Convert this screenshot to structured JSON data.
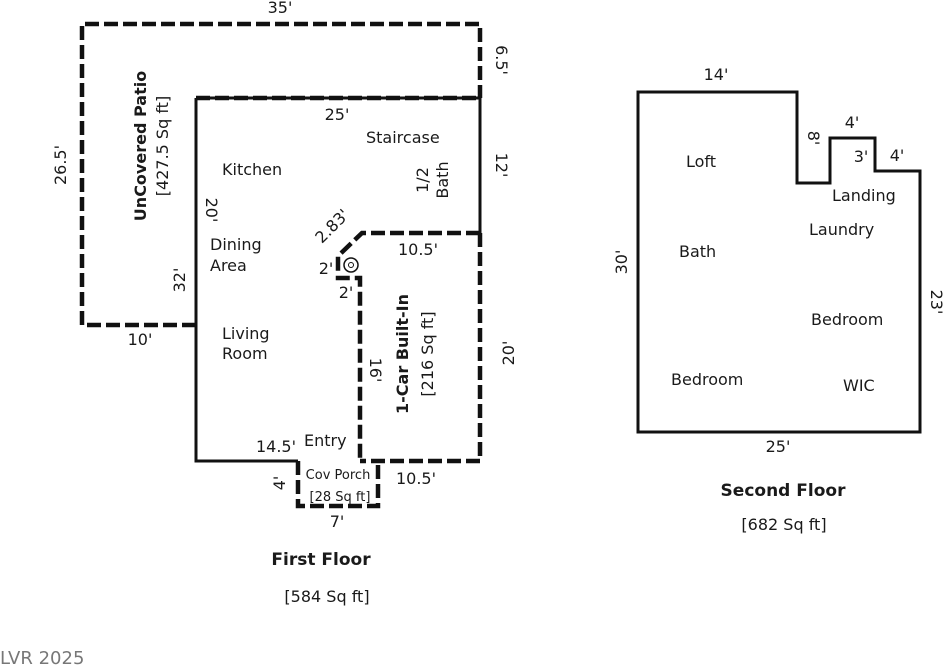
{
  "first_floor": {
    "title": "First Floor",
    "area": "[584 Sq ft]",
    "rooms": {
      "staircase": "Staircase",
      "kitchen": "Kitchen",
      "half_bath_1": "1/2",
      "half_bath_2": "Bath",
      "dining_1": "Dining",
      "dining_2": "Area",
      "living_1": "Living",
      "living_2": "Room",
      "entry": "Entry"
    },
    "patio": {
      "name": "UnCovered Patio",
      "area": "[427.5 Sq ft]"
    },
    "garage": {
      "name": "1-Car Built-In",
      "area": "[216 Sq ft]"
    },
    "porch": {
      "name": "Cov Porch",
      "area": "[28 Sq ft]"
    },
    "dimensions": {
      "top": "35'",
      "right_top": "6.5'",
      "left_patio": "26.5'",
      "bottom_patio": "10'",
      "kitchen_top": "25'",
      "right_12": "12'",
      "left_20": "20'",
      "left_32": "32'",
      "diag": "2.83'",
      "two_a": "2'",
      "two_b": "2'",
      "garage_top": "10.5'",
      "garage_right": "20'",
      "garage_left": "16'",
      "bottom_left": "14.5'",
      "garage_bottom": "10.5'",
      "porch_left": "4'",
      "porch_bottom": "7'"
    }
  },
  "second_floor": {
    "title": "Second Floor",
    "area": "[682 Sq ft]",
    "rooms": {
      "loft": "Loft",
      "landing": "Landing",
      "laundry": "Laundry",
      "bath": "Bath",
      "bedroom_right": "Bedroom",
      "bedroom_left": "Bedroom",
      "wic": "WIC"
    },
    "dimensions": {
      "top": "14'",
      "notch_left": "8'",
      "notch_top": "4'",
      "notch_right": "3'",
      "step": "4'",
      "left": "30'",
      "right": "23'",
      "bottom": "25'"
    }
  },
  "watermark": "LVR 2025"
}
